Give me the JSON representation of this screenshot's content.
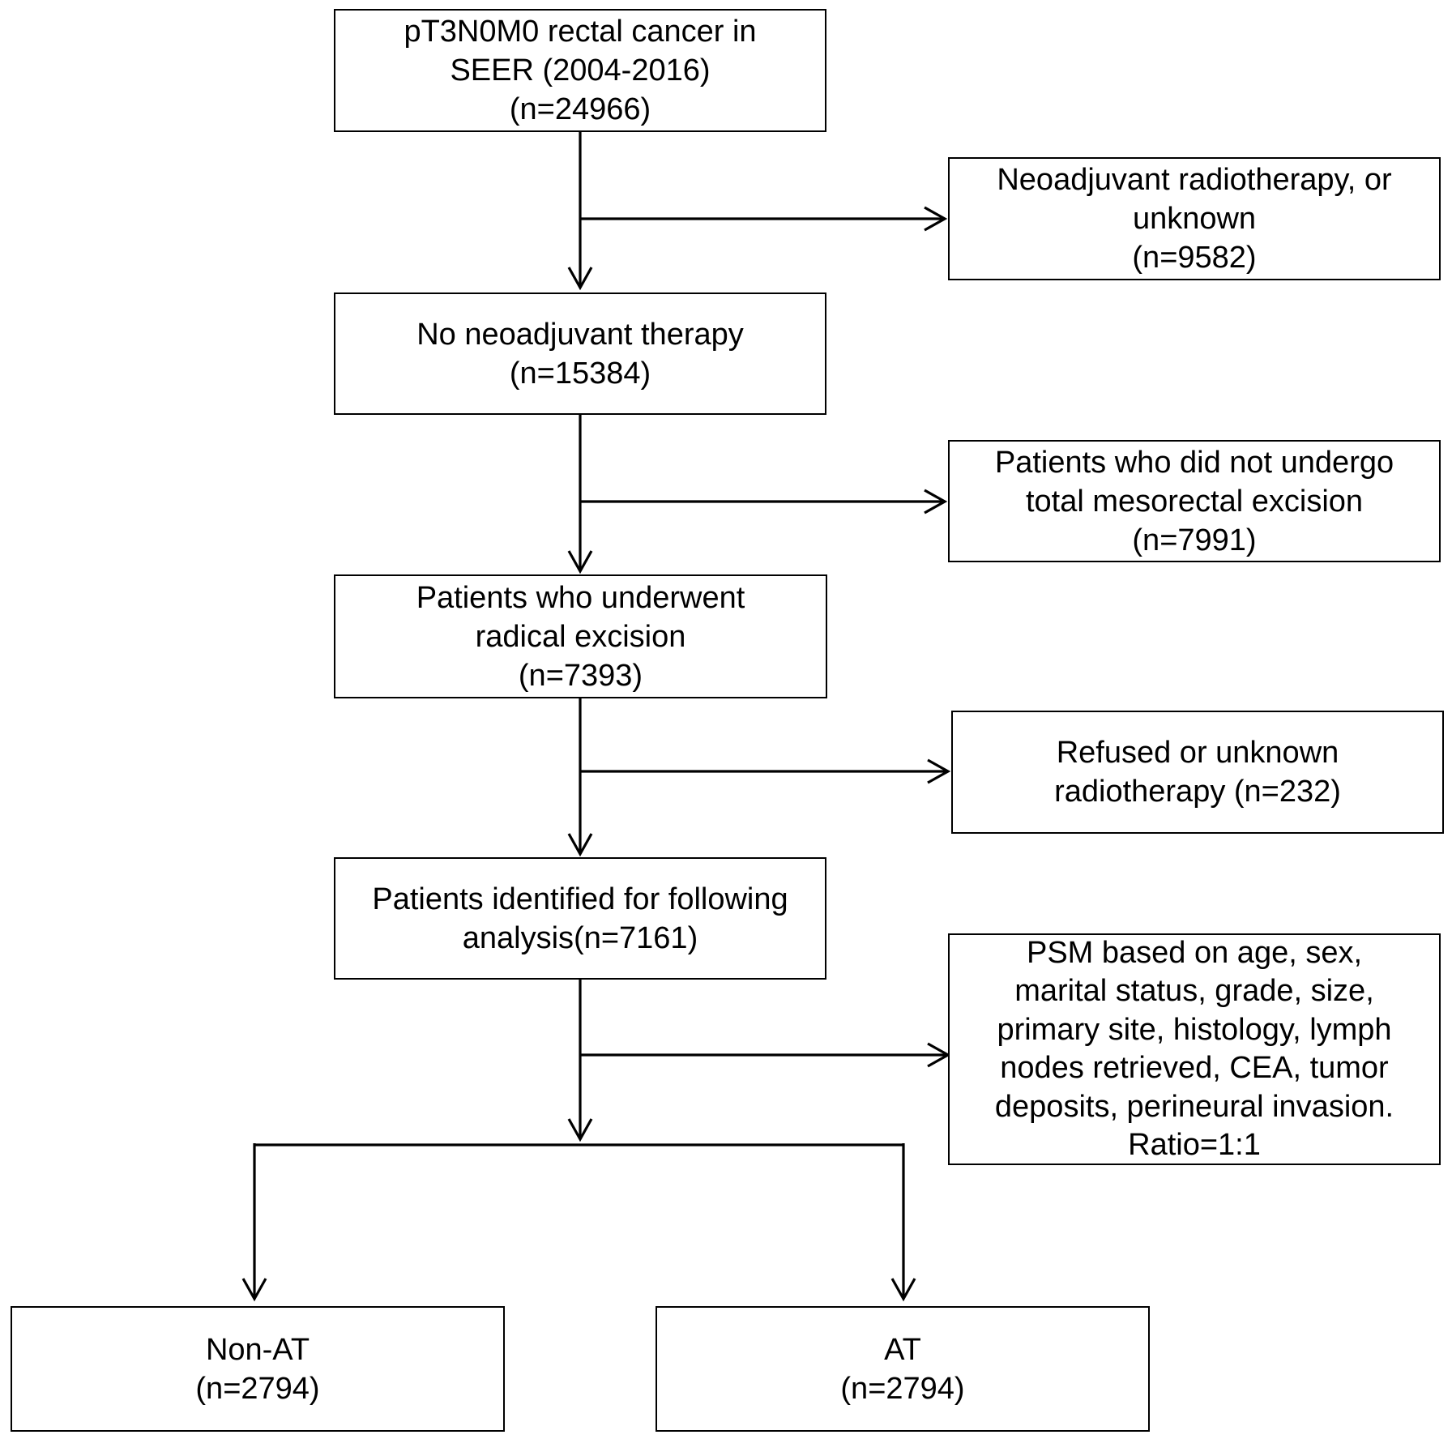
{
  "diagram": {
    "main_boxes": [
      {
        "id": "start",
        "lines": [
          "pT3N0M0 rectal cancer in",
          "SEER  (2004-2016)",
          "(n=24966)"
        ]
      },
      {
        "id": "no-neoadjuvant",
        "lines": [
          "No neoadjuvant therapy",
          "(n=15384)"
        ]
      },
      {
        "id": "radical-excision",
        "lines": [
          "Patients who underwent",
          "radical excision",
          "(n=7393)"
        ]
      },
      {
        "id": "identified",
        "lines": [
          "Patients identified for following",
          "analysis(n=7161)"
        ]
      }
    ],
    "exclusion_boxes": [
      {
        "id": "excl-neoadjuvant-rt",
        "lines": [
          "Neoadjuvant radiotherapy, or",
          "unknown",
          "(n=9582)"
        ]
      },
      {
        "id": "excl-no-tme",
        "lines": [
          "Patients who did not undergo",
          "total mesorectal excision",
          "(n=7991)"
        ]
      },
      {
        "id": "excl-refused-rt",
        "lines": [
          "Refused or unknown",
          "radiotherapy (n=232)"
        ]
      },
      {
        "id": "psm",
        "lines": [
          "PSM based on age, sex,",
          "marital status, grade, size,",
          "primary site,  histology, lymph",
          "nodes retrieved, CEA, tumor",
          "deposits, perineural invasion.",
          "Ratio=1:1"
        ]
      }
    ],
    "outcome_boxes": [
      {
        "id": "non-at",
        "lines": [
          "Non-AT",
          "(n=2794)"
        ]
      },
      {
        "id": "at",
        "lines": [
          "AT",
          "(n=2794)"
        ]
      }
    ]
  }
}
